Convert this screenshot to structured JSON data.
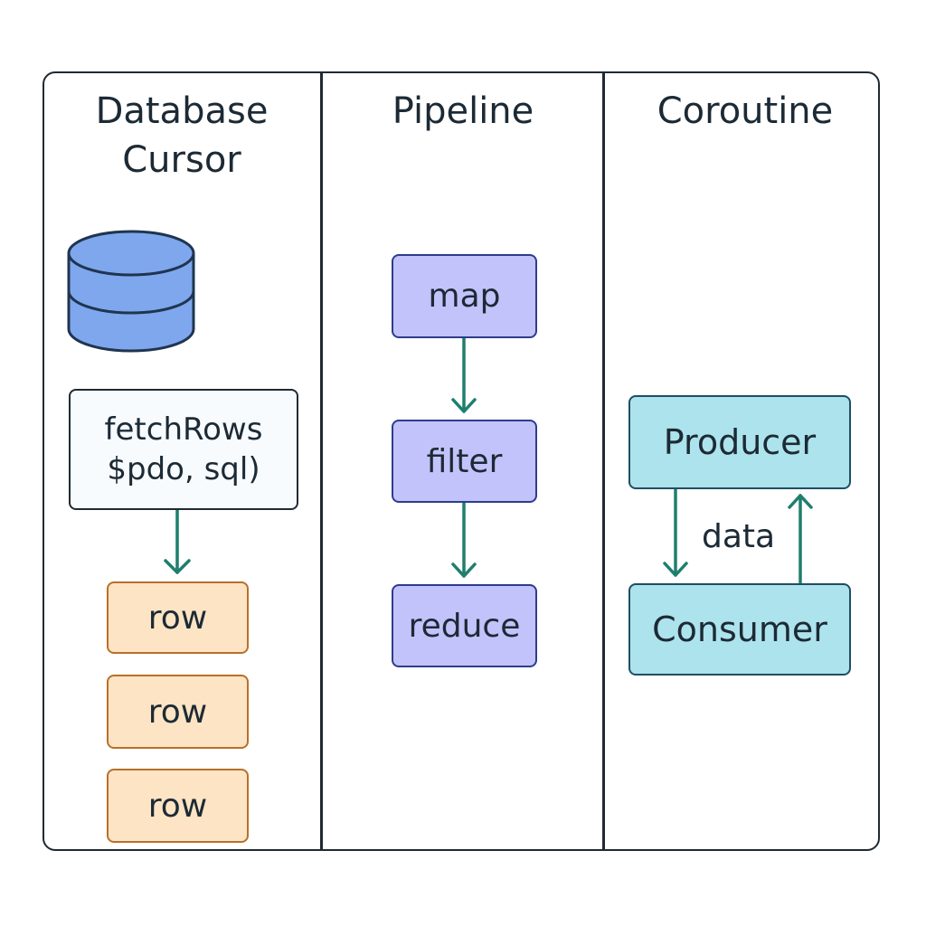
{
  "columns": {
    "cursor": {
      "title_line1": "Database",
      "title_line2": "Cursor",
      "icon": "database-icon",
      "call_line1": "fetchRows",
      "call_line2": "$pdo, sql)",
      "rows": [
        "row",
        "row",
        "row"
      ]
    },
    "pipeline": {
      "title": "Pipeline",
      "stages": [
        "map",
        "filter",
        "reduce"
      ]
    },
    "coroutine": {
      "title": "Coroutine",
      "producer": "Producer",
      "consumer": "Consumer",
      "edge_label": "data"
    }
  },
  "colors": {
    "frame": "#1f2a33",
    "arrow": "#1e7f6e",
    "database_fill": "#7fa7ee",
    "database_stroke": "#1f3550",
    "row_fill": "#fde4c4",
    "row_border": "#b8702a",
    "stage_fill": "#c3c3fb",
    "stage_border": "#2e3c8c",
    "actor_fill": "#ade3ec",
    "actor_border": "#1f4e63"
  }
}
